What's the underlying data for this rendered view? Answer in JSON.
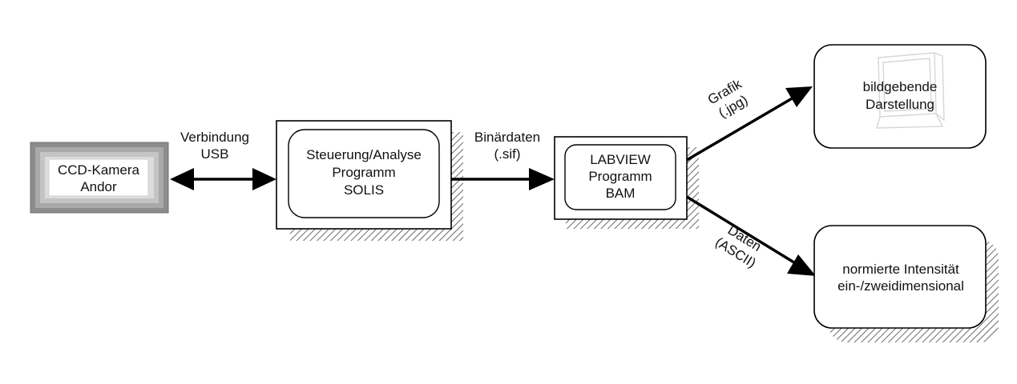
{
  "nodes": {
    "camera": {
      "lines": [
        "CCD-Kamera",
        "Andor"
      ]
    },
    "solis": {
      "lines": [
        "Steuerung/Analyse",
        "Programm",
        "SOLIS"
      ]
    },
    "labview": {
      "lines": [
        "LABVIEW",
        "Programm",
        "BAM"
      ]
    },
    "display": {
      "lines": [
        "bildgebende",
        "Darstellung"
      ]
    },
    "intensity": {
      "lines": [
        "normierte  Intensität",
        "ein-/zweidimensional"
      ]
    }
  },
  "edges": {
    "usb": {
      "lines": [
        "Verbindung",
        "USB"
      ]
    },
    "binary": {
      "lines": [
        "Binärdaten",
        "(.sif)"
      ]
    },
    "grafik": {
      "lines": [
        "Grafik",
        "(.jpg)"
      ]
    },
    "daten": {
      "lines": [
        "Daten",
        "(ASCII)"
      ]
    }
  },
  "icons": {
    "display_background": "monitor-icon"
  }
}
